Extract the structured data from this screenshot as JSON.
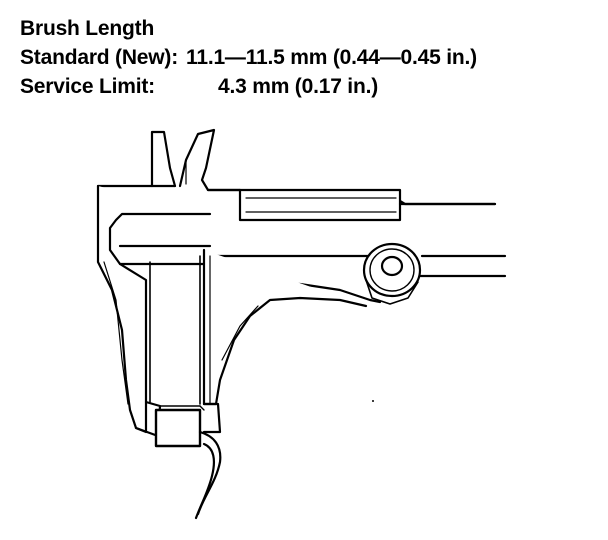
{
  "spec": {
    "title": "Brush Length",
    "standard_label": "Standard (New):",
    "standard_value": "11.1—11.5 mm (0.44—0.45 in.)",
    "limit_label": "Service Limit:",
    "limit_value": "4.3 mm (0.17 in.)"
  },
  "diagram": {
    "subject": "caliper measuring carbon brush with lead wire",
    "stroke_color": "#000000",
    "fill_color": "#ffffff"
  }
}
